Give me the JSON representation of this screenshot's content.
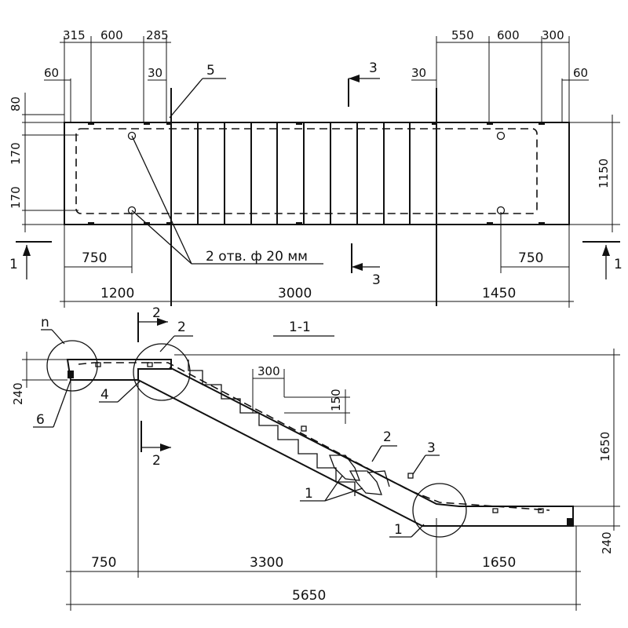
{
  "plan": {
    "top_dims_left": [
      "315",
      "600",
      "285"
    ],
    "top_dims_right": [
      "550",
      "600",
      "300"
    ],
    "edge_left": "60",
    "edge_right": "60",
    "gap_left": "30",
    "gap_right": "30",
    "callout_5": "5",
    "section_3": "3",
    "left_dims_v": [
      "80",
      "170",
      "170"
    ],
    "right_dim_v": "1150",
    "hole_note": "2 отв. ф 20 мм",
    "offset_left": "750",
    "offset_right": "750",
    "bottom_dims": [
      "1200",
      "3000",
      "1450"
    ],
    "section_1": "1"
  },
  "section": {
    "title": "1-1",
    "callouts": {
      "n": "n",
      "c2_top": "2",
      "c2_mid": "2",
      "c2_sec": "2",
      "c3": "3",
      "c4": "4",
      "c6": "6",
      "c1_a": "1",
      "c1_b": "1"
    },
    "dim_tread": "300",
    "dim_riser": "150",
    "dim_left_thick": "240",
    "dim_right_thick": "240",
    "dim_height": "1650",
    "bottom_dims": [
      "750",
      "3300",
      "1650"
    ],
    "total": "5650"
  }
}
